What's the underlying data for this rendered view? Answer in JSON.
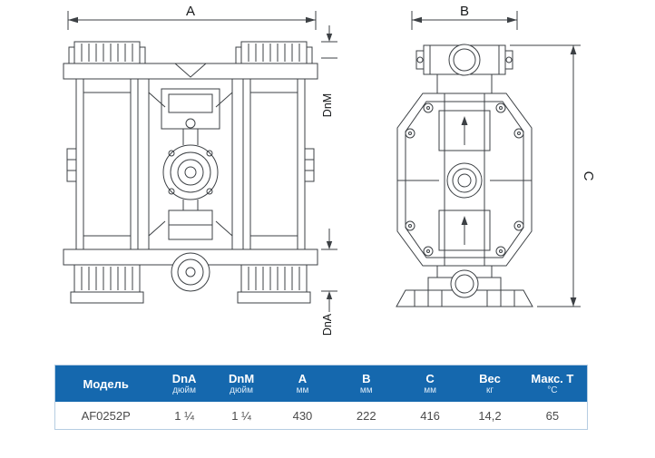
{
  "drawing": {
    "line_color": "#3c4044",
    "front_view": {
      "dim_width_label": "A",
      "dim_top_port_label": "DnM",
      "dim_bottom_port_label": "DnA"
    },
    "side_view": {
      "dim_width_label": "B",
      "dim_height_label": "C"
    }
  },
  "table": {
    "accent_color": "#1568ae",
    "columns": [
      {
        "label": "Модель",
        "unit": ""
      },
      {
        "label": "DnA",
        "unit": "дюйм"
      },
      {
        "label": "DnM",
        "unit": "дюйм"
      },
      {
        "label": "A",
        "unit": "мм"
      },
      {
        "label": "B",
        "unit": "мм"
      },
      {
        "label": "C",
        "unit": "мм"
      },
      {
        "label": "Вес",
        "unit": "кг"
      },
      {
        "label": "Макс. Т",
        "unit": "°C"
      }
    ],
    "rows": [
      {
        "model": "AF0252P",
        "dna": "1 ¼",
        "dnm": "1 ¼",
        "a": "430",
        "b": "222",
        "c": "416",
        "weight": "14,2",
        "max_t": "65"
      }
    ]
  }
}
